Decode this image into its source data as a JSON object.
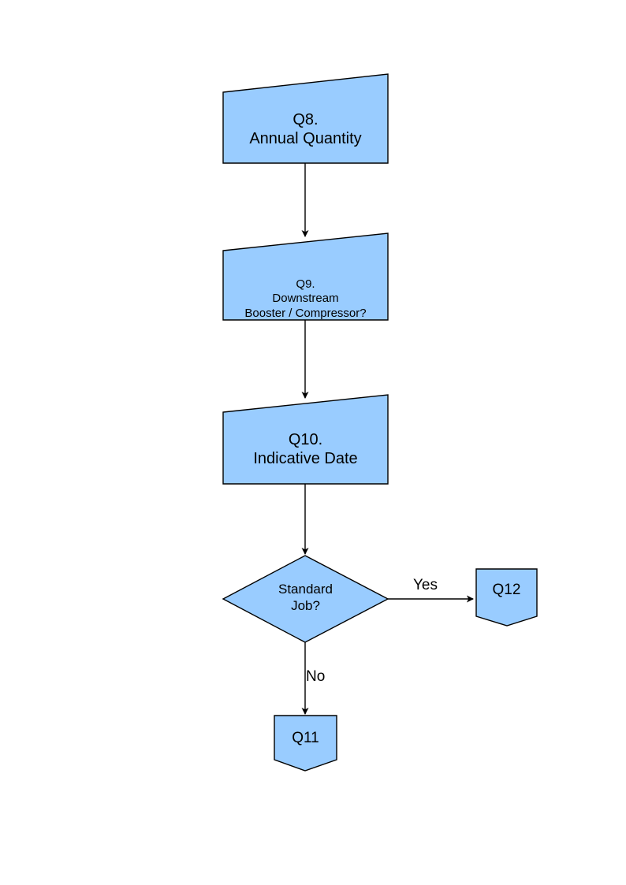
{
  "diagram": {
    "type": "flowchart",
    "title": "",
    "background_color": "#FFFFFF",
    "shape_fill_color": "#99CCFF",
    "shape_stroke_color": "#000000",
    "text_color": "#000000",
    "nodes": [
      {
        "id": "q8",
        "shape": "slanted-top-box",
        "label": "Q8.\nAnnual Quantity",
        "line1": "Q8.",
        "line2": "Annual Quantity"
      },
      {
        "id": "q9",
        "shape": "slanted-top-box",
        "label": "Q9.\nDownstream\nBooster / Compressor?",
        "line1": "Q9.",
        "line2": "Downstream",
        "line3": "Booster / Compressor?"
      },
      {
        "id": "q10",
        "shape": "slanted-top-box",
        "label": "Q10.\nIndicative Date",
        "line1": "Q10.",
        "line2": "Indicative Date"
      },
      {
        "id": "decision",
        "shape": "diamond",
        "label": "Standard\nJob?",
        "line1": "Standard",
        "line2": "Job?"
      },
      {
        "id": "q11",
        "shape": "pentagon-down",
        "label": "Q11"
      },
      {
        "id": "q12",
        "shape": "pentagon-down",
        "label": "Q12"
      }
    ],
    "edges": [
      {
        "id": "e1",
        "from": "q8",
        "to": "q9",
        "label": ""
      },
      {
        "id": "e2",
        "from": "q9",
        "to": "q10",
        "label": ""
      },
      {
        "id": "e3",
        "from": "q10",
        "to": "decision",
        "label": ""
      },
      {
        "id": "e4",
        "from": "decision",
        "to": "q12",
        "label": "Yes"
      },
      {
        "id": "e5",
        "from": "decision",
        "to": "q11",
        "label": "No"
      }
    ]
  }
}
